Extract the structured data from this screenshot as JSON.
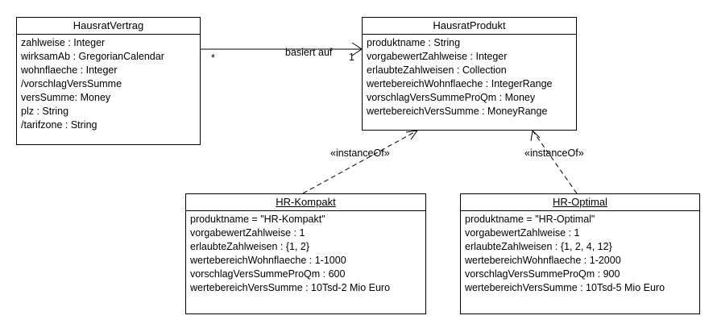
{
  "classes": {
    "vertrag": {
      "name": "HausratVertrag",
      "attributes": [
        "zahlweise : Integer",
        "wirksamAb : GregorianCalendar",
        "wohnflaeche : Integer",
        "/vorschlagVersSumme",
        "versSumme: Money",
        "plz : String",
        "/tarifzone : String"
      ]
    },
    "produkt": {
      "name": "HausratProdukt",
      "attributes": [
        "produktname : String",
        "vorgabewertZahlweise : Integer",
        "erlaubteZahlweisen : Collection",
        "wertebereichWohnflaeche : IntegerRange",
        "vorschlagVersSummeProQm : Money",
        "wertebereichVersSumme : MoneyRange"
      ]
    }
  },
  "objects": {
    "kompakt": {
      "name": "HR-Kompakt",
      "attributes": [
        "produktname = \"HR-Kompakt\"",
        "vorgabewertZahlweise : 1",
        "erlaubteZahlweisen : {1, 2}",
        "wertebereichWohnflaeche : 1-1000",
        "vorschlagVersSummeProQm : 600",
        "wertebereichVersSumme : 10Tsd-2 Mio Euro"
      ]
    },
    "optimal": {
      "name": "HR-Optimal",
      "attributes": [
        "produktname = \"HR-Optimal\"",
        "vorgabewertZahlweise : 1",
        "erlaubteZahlweisen : {1, 2, 4, 12}",
        "wertebereichWohnflaeche : 1-2000",
        "vorschlagVersSummeProQm : 900",
        "wertebereichVersSumme : 10Tsd-5 Mio Euro"
      ]
    }
  },
  "association": {
    "label": "basiert auf",
    "source_multiplicity": "*",
    "target_multiplicity": "1"
  },
  "dependencies": {
    "kompakt_label": "«instanceOf»",
    "optimal_label": "«instanceOf»"
  }
}
